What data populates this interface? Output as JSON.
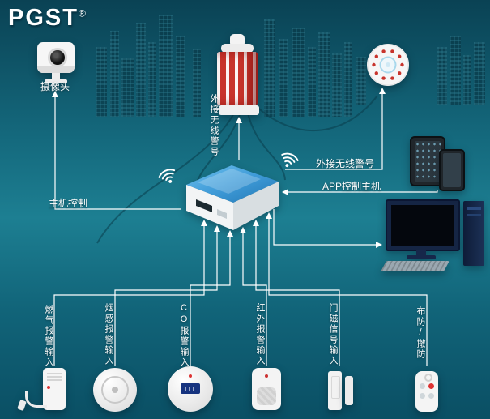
{
  "logo": {
    "text": "PGST",
    "reg": "®"
  },
  "labels": {
    "camera": "摄像头",
    "strobe_siren": "外接无线警号",
    "wireless_siren": "外接无线警号",
    "app_control": "APP控制主机",
    "host_control": "主机控制"
  },
  "inputs": [
    {
      "label": "燃气报警输入"
    },
    {
      "label": "烟感报警输入"
    },
    {
      "label": "CO报警输入"
    },
    {
      "label": "红外报警输入"
    },
    {
      "label": "门磁信号输入"
    },
    {
      "label": "布防/撤防"
    }
  ],
  "colors": {
    "siren_red": "#c8342c",
    "hub_blue": "#3f9bd8",
    "bg_top": "#0a4254",
    "bg_mid": "#1d7f92",
    "bg_bottom": "#0a4f64"
  }
}
